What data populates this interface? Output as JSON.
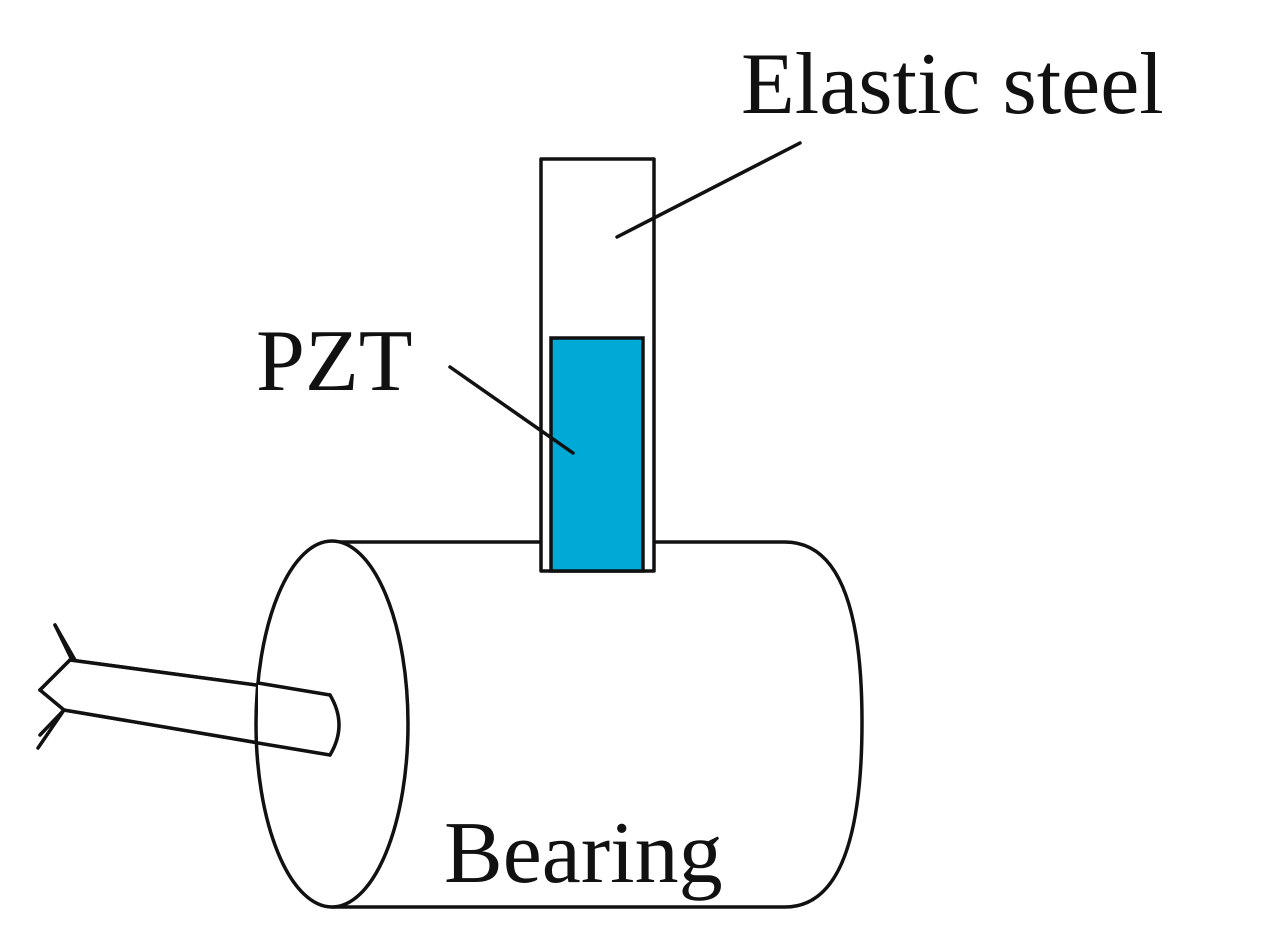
{
  "labels": {
    "elastic_steel": "Elastic steel",
    "pzt": "PZT",
    "bearing": "Bearing"
  },
  "colors": {
    "pzt_fill": "#00a9d6",
    "stroke": "#111111",
    "background": "#ffffff"
  }
}
